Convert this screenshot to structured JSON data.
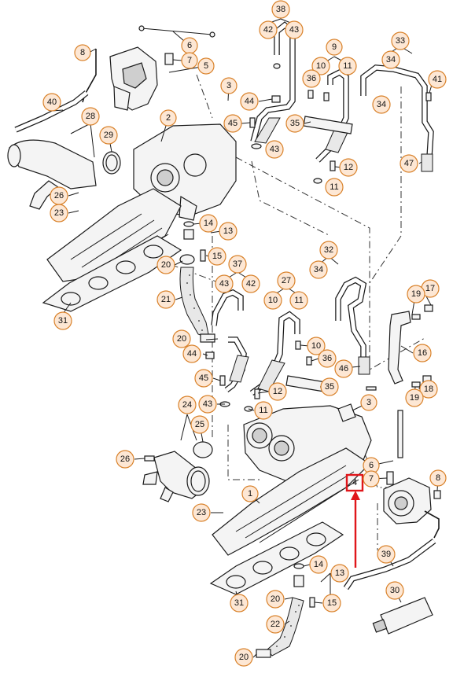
{
  "callouts": [
    {
      "id": "c8a",
      "label": "8"
    },
    {
      "id": "c6a",
      "label": "6"
    },
    {
      "id": "c7a",
      "label": "7"
    },
    {
      "id": "c5",
      "label": "5"
    },
    {
      "id": "c40",
      "label": "40"
    },
    {
      "id": "c28",
      "label": "28"
    },
    {
      "id": "c29",
      "label": "29"
    },
    {
      "id": "c2",
      "label": "2"
    },
    {
      "id": "c3a",
      "label": "3"
    },
    {
      "id": "c26a",
      "label": "26"
    },
    {
      "id": "c23a",
      "label": "23"
    },
    {
      "id": "c14a",
      "label": "14"
    },
    {
      "id": "c13a",
      "label": "13"
    },
    {
      "id": "c15a",
      "label": "15"
    },
    {
      "id": "c20a",
      "label": "20"
    },
    {
      "id": "c21",
      "label": "21"
    },
    {
      "id": "c31a",
      "label": "31"
    },
    {
      "id": "c38",
      "label": "38"
    },
    {
      "id": "c42a",
      "label": "42"
    },
    {
      "id": "c43a",
      "label": "43"
    },
    {
      "id": "c9",
      "label": "9"
    },
    {
      "id": "c10a",
      "label": "10"
    },
    {
      "id": "c11a",
      "label": "11"
    },
    {
      "id": "c36a",
      "label": "36"
    },
    {
      "id": "c33",
      "label": "33"
    },
    {
      "id": "c34a",
      "label": "34"
    },
    {
      "id": "c41",
      "label": "41"
    },
    {
      "id": "c44a",
      "label": "44"
    },
    {
      "id": "c45a",
      "label": "45"
    },
    {
      "id": "c35a",
      "label": "35"
    },
    {
      "id": "c43b",
      "label": "43"
    },
    {
      "id": "c34b",
      "label": "34"
    },
    {
      "id": "c12a",
      "label": "12"
    },
    {
      "id": "c11b",
      "label": "11"
    },
    {
      "id": "c47",
      "label": "47"
    },
    {
      "id": "c37",
      "label": "37"
    },
    {
      "id": "c43c",
      "label": "43"
    },
    {
      "id": "c42b",
      "label": "42"
    },
    {
      "id": "c27",
      "label": "27"
    },
    {
      "id": "c10b",
      "label": "10"
    },
    {
      "id": "c11c",
      "label": "11"
    },
    {
      "id": "c32",
      "label": "32"
    },
    {
      "id": "c34c",
      "label": "34"
    },
    {
      "id": "c17",
      "label": "17"
    },
    {
      "id": "c19a",
      "label": "19"
    },
    {
      "id": "c20b",
      "label": "20"
    },
    {
      "id": "c44b",
      "label": "44"
    },
    {
      "id": "c10c",
      "label": "10"
    },
    {
      "id": "c36b",
      "label": "36"
    },
    {
      "id": "c16",
      "label": "16"
    },
    {
      "id": "c46",
      "label": "46"
    },
    {
      "id": "c45b",
      "label": "45"
    },
    {
      "id": "c12b",
      "label": "12"
    },
    {
      "id": "c35b",
      "label": "35"
    },
    {
      "id": "c18",
      "label": "18"
    },
    {
      "id": "c43d",
      "label": "43"
    },
    {
      "id": "c11d",
      "label": "11"
    },
    {
      "id": "c19b",
      "label": "19"
    },
    {
      "id": "c24",
      "label": "24"
    },
    {
      "id": "c25",
      "label": "25"
    },
    {
      "id": "c3b",
      "label": "3"
    },
    {
      "id": "c26b",
      "label": "26"
    },
    {
      "id": "c6b",
      "label": "6"
    },
    {
      "id": "c7b",
      "label": "7"
    },
    {
      "id": "c4",
      "label": "4"
    },
    {
      "id": "c8b",
      "label": "8"
    },
    {
      "id": "c1",
      "label": "1"
    },
    {
      "id": "c23b",
      "label": "23"
    },
    {
      "id": "c39",
      "label": "39"
    },
    {
      "id": "c14b",
      "label": "14"
    },
    {
      "id": "c13b",
      "label": "13"
    },
    {
      "id": "c31b",
      "label": "31"
    },
    {
      "id": "c20c",
      "label": "20"
    },
    {
      "id": "c15b",
      "label": "15"
    },
    {
      "id": "c30",
      "label": "30"
    },
    {
      "id": "c22",
      "label": "22"
    },
    {
      "id": "c20d",
      "label": "20"
    }
  ],
  "highlight": {
    "target_label": "4",
    "color": "#e0161b"
  },
  "colors": {
    "callout_fill": "#fde7d4",
    "callout_stroke": "#d9822b",
    "line": "#1a1a1a"
  }
}
